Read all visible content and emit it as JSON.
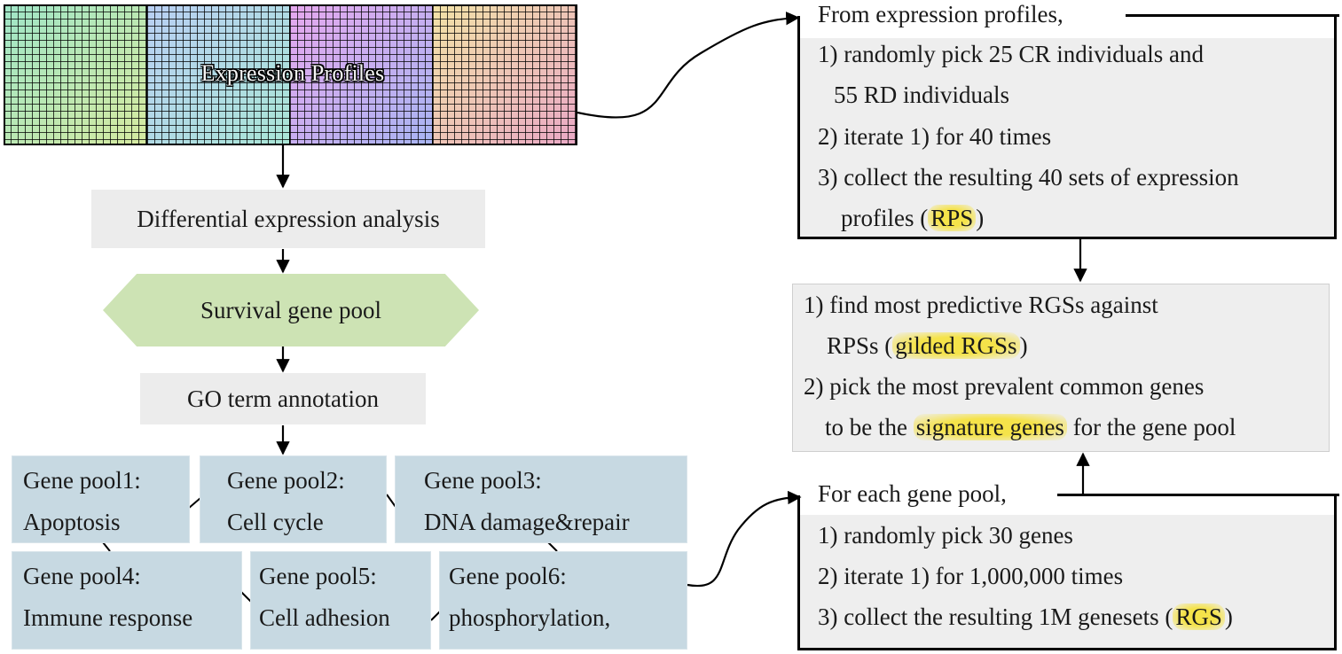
{
  "expression": {
    "title": "Expression Profiles",
    "colors": {
      "block1": [
        "#9fe6c8",
        "#d6eaa0"
      ],
      "block2": [
        "#b9cff4",
        "#a9e6d6"
      ],
      "block3": [
        "#e6a8ee",
        "#a8b4f2"
      ],
      "block4": [
        "#f2e2a6",
        "#eaa8c6"
      ]
    }
  },
  "steps": {
    "differential": "Differential expression analysis",
    "survival_pool": "Survival gene pool",
    "go_annotation": "GO term annotation"
  },
  "gene_pools": [
    {
      "name": "Gene pool1:",
      "category": "Apoptosis"
    },
    {
      "name": "Gene pool2:",
      "category": "Cell cycle"
    },
    {
      "name": "Gene pool3:",
      "category": "DNA damage&repair"
    },
    {
      "name": "Gene pool4:",
      "category": "Immune response"
    },
    {
      "name": "Gene pool5:",
      "category": "Cell adhesion"
    },
    {
      "name": "Gene pool6:",
      "category": "phosphorylation,"
    }
  ],
  "rps_panel": {
    "header": "From expression profiles,",
    "lines": {
      "l1": "1) randomly pick 25 CR individuals and",
      "l2": "55 RD individuals",
      "l3": "2) iterate 1) for 40 times",
      "l4": "3) collect the resulting 40 sets of expression",
      "l5_pre": "profiles (",
      "l5_hl": "RPS",
      "l5_post": ")"
    }
  },
  "signature_panel": {
    "l1": "1) find most predictive RGSs against",
    "l2_pre": "RPSs (",
    "l2_hl": "gilded RGSs",
    "l2_post": ")",
    "l3": "2) pick the most prevalent common genes",
    "l4_pre": "to be the ",
    "l4_hl": "signature genes",
    "l4_post": " for the gene pool"
  },
  "rgs_panel": {
    "header": "For each gene pool,",
    "l1": "1) randomly pick 30 genes",
    "l2": "2) iterate 1) for 1,000,000 times",
    "l3_pre": "3) collect the resulting 1M genesets (",
    "l3_hl": "RGS",
    "l3_post": ")"
  },
  "style": {
    "panel_bg": "#eeeeee",
    "pool_bg": "#c7d9e2",
    "hexagon_bg": "#cde3b4",
    "highlight": "#f5e34a"
  }
}
